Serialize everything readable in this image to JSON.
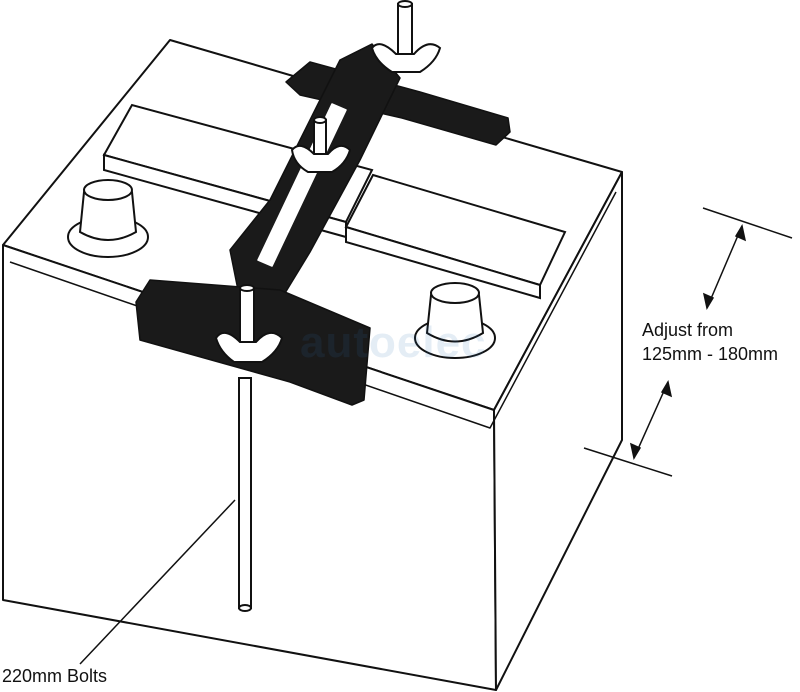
{
  "diagram": {
    "adjust_label_line1": "Adjust from",
    "adjust_label_line2": "125mm - 180mm",
    "bolts_label": "220mm Bolts",
    "watermark_text": "autoelec",
    "colors": {
      "ink": "#111111",
      "clamp": "#1a1a1a",
      "watermark": "#2c6fb0"
    }
  }
}
